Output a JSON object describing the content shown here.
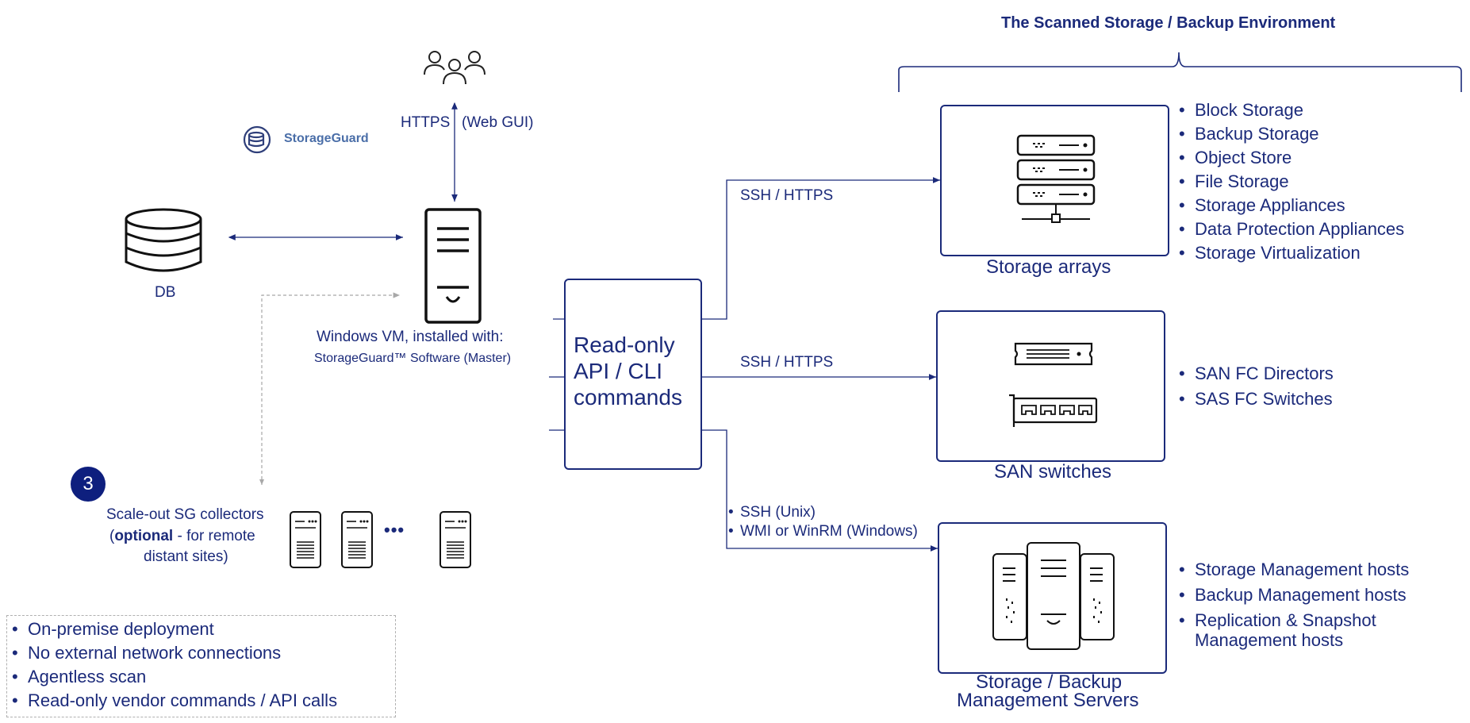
{
  "header": {
    "title": "The Scanned Storage / Backup Environment"
  },
  "master": {
    "protocol_left": "HTTPS",
    "protocol_right": "(Web GUI)",
    "brand_label": "StorageGuard",
    "db_label": "DB",
    "vm_title": "Windows VM, installed with:",
    "vm_subtitle": "StorageGuard™ Software (Master)"
  },
  "center_box": {
    "label_line1": "Read-only",
    "label_line2": "API / CLI",
    "label_line3": "commands"
  },
  "connections": {
    "top": "SSH / HTTPS",
    "middle": "SSH / HTTPS",
    "bottom_line1": "SSH (Unix)",
    "bottom_line2": "WMI or WinRM (Windows)"
  },
  "targets": {
    "storage_arrays": {
      "label": "Storage arrays",
      "items": [
        "Block Storage",
        "Backup Storage",
        "Object Store",
        "File Storage",
        "Storage Appliances",
        "Data Protection Appliances",
        "Storage Virtualization"
      ]
    },
    "san_switches": {
      "label": "SAN switches",
      "items": [
        "SAN FC Directors",
        "SAS FC Switches"
      ]
    },
    "mgmt_servers": {
      "label_line1": "Storage / Backup",
      "label_line2": "Management Servers",
      "items": [
        "Storage Management hosts",
        "Backup Management hosts",
        "Replication & Snapshot",
        "Management hosts"
      ]
    }
  },
  "collectors": {
    "badge": "3",
    "line1": "Scale-out SG collectors",
    "line2_open": "(",
    "line2_bold": "optional",
    "line2_rest": " - for remote",
    "line3": "distant sites)",
    "ellipsis": "•••"
  },
  "notes": {
    "items": [
      "On-premise deployment",
      "No external network connections",
      "Agentless scan",
      "Read-only vendor commands / API calls"
    ]
  },
  "colors": {
    "primary": "#1b2a7a",
    "badge": "#0e1f7e",
    "brand": "#4a6ea8",
    "dashed": "#a8a8a8"
  },
  "icons": [
    "users-icon",
    "storageguard-logo-icon",
    "database-icon",
    "server-tower-icon",
    "rack-server-icon",
    "san-switch-icon",
    "fc-card-icon",
    "server-cluster-icon",
    "collector-server-icon"
  ]
}
